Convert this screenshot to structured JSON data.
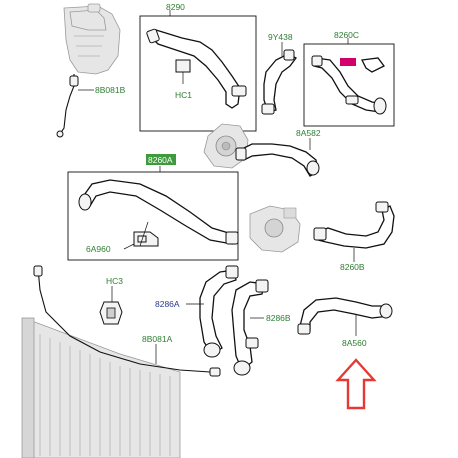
{
  "labels": {
    "l_8290": "8290",
    "l_9y438": "9Y438",
    "l_8260c": "8260C",
    "l_8b081b": "8B081B",
    "l_hc1": "HC1",
    "l_8a582": "8A582",
    "l_8260a": "8260A",
    "l_6a960": "6A960",
    "l_8260b": "8260B",
    "l_hc3": "HC3",
    "l_8286a": "8286A",
    "l_8286b": "8286B",
    "l_8b081a": "8B081A",
    "l_8a560": "8A560"
  },
  "colors": {
    "label_green": "#2e7d32",
    "label_blue": "#2b3a8f",
    "highlight_magenta": "#d0006f",
    "arrow_red": "#e53935",
    "badge_green": "#3d9a3d"
  }
}
